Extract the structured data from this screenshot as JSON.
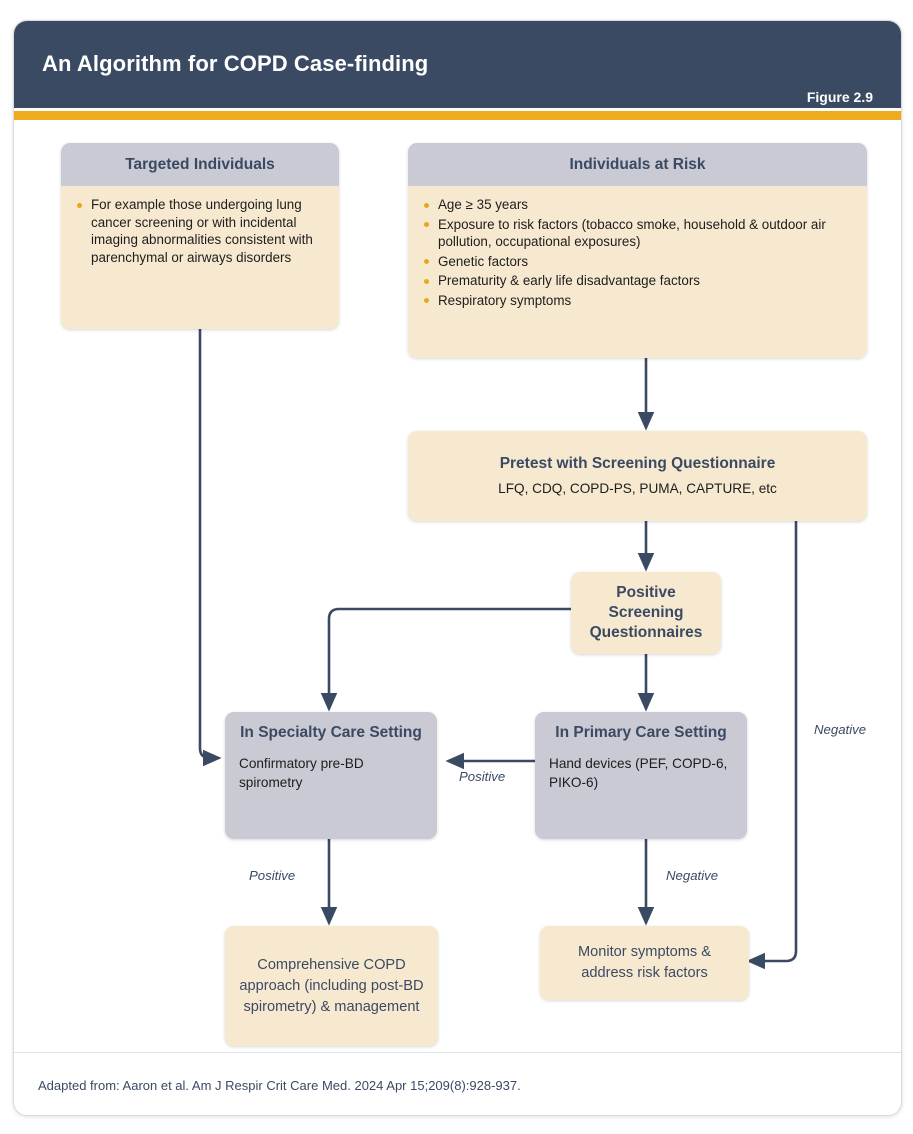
{
  "header": {
    "title": "An Algorithm for COPD Case-finding",
    "figure_label": "Figure 2.9",
    "bar_color": "#3b4a63",
    "accent_color": "#eeac1d"
  },
  "boxes": {
    "targeted": {
      "title": "Targeted Individuals",
      "bullets": [
        "For example those undergoing lung cancer screening or with incidental imaging abnormalities consistent with parenchymal or airways disorders"
      ]
    },
    "at_risk": {
      "title": "Individuals at Risk",
      "bullets": [
        "Age ≥  35 years",
        "Exposure to risk factors (tobacco smoke, household & outdoor air pollution, occupational exposures)",
        "Genetic factors",
        "Prematurity & early life disadvantage factors",
        "Respiratory symptoms"
      ]
    },
    "pretest": {
      "title": "Pretest with Screening Questionnaire",
      "subtitle": "LFQ, CDQ, COPD-PS, PUMA, CAPTURE, etc"
    },
    "positive_screening": {
      "title": "Positive Screening Questionnaires"
    },
    "specialty": {
      "title": "In Specialty Care Setting",
      "body": "Confirmatory pre-BD spirometry"
    },
    "primary": {
      "title": "In Primary Care Setting",
      "body": "Hand devices (PEF, COPD-6, PIKO-6)"
    },
    "comprehensive": {
      "text": "Comprehensive COPD approach (including post-BD spirometry) & management"
    },
    "monitor": {
      "text": "Monitor symptoms & address risk factors"
    }
  },
  "edge_labels": {
    "primary_to_specialty": "Positive",
    "specialty_to_comprehensive": "Positive",
    "primary_to_monitor": "Negative",
    "pretest_to_monitor": "Negative"
  },
  "footer": {
    "citation": "Adapted from: Aaron et al. Am J Respir Crit Care Med. 2024 Apr 15;209(8):928-937."
  },
  "colors": {
    "navy": "#3b4a63",
    "gray_box": "#c9cad4",
    "cream_box": "#f7e9cf",
    "bullet": "#e8a81c"
  }
}
